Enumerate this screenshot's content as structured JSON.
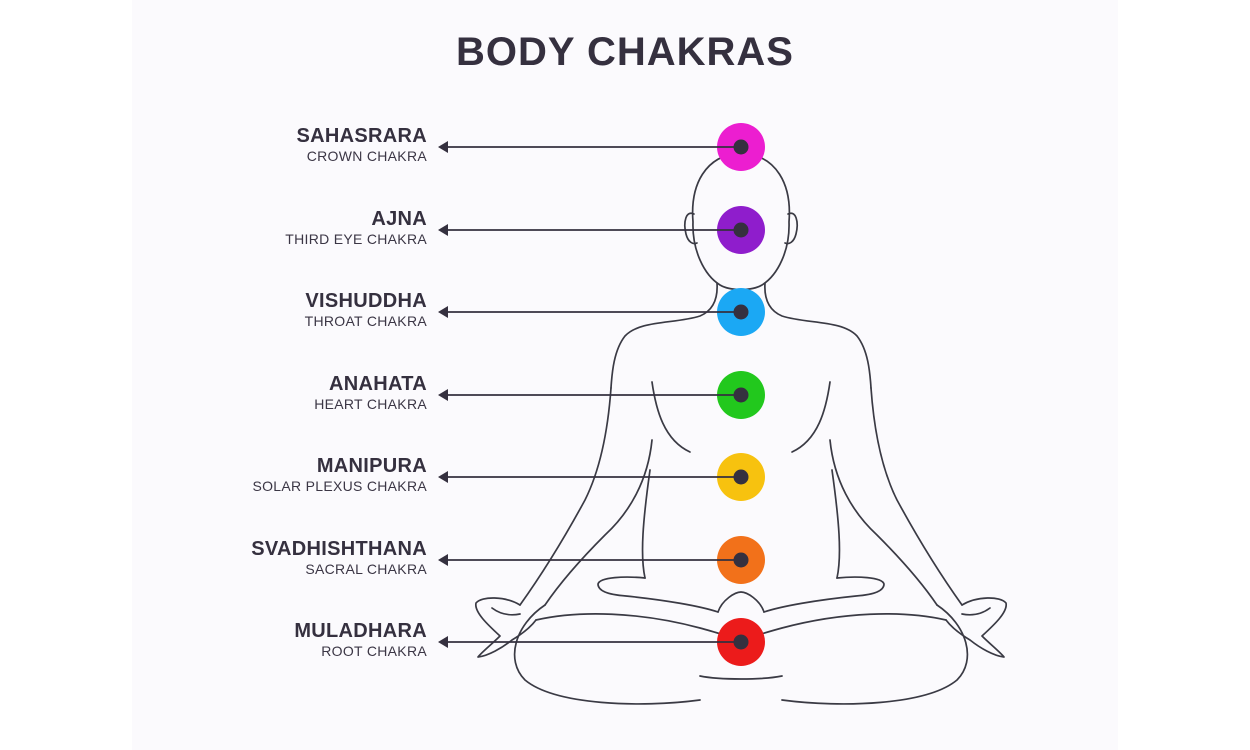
{
  "title": "BODY CHAKRAS",
  "colors": {
    "ink": "#35303f",
    "outline": "#3a3a44",
    "background": "#fbfafd"
  },
  "chakras": [
    {
      "name": "SAHASRARA",
      "subtitle": "CROWN CHAKRA",
      "color": "#ec1ed0"
    },
    {
      "name": "AJNA",
      "subtitle": "THIRD EYE CHAKRA",
      "color": "#8f1dcc"
    },
    {
      "name": "VISHUDDHA",
      "subtitle": "THROAT CHAKRA",
      "color": "#1ba8f4"
    },
    {
      "name": "ANAHATA",
      "subtitle": "HEART CHAKRA",
      "color": "#22c81d"
    },
    {
      "name": "MANIPURA",
      "subtitle": "SOLAR PLEXUS CHAKRA",
      "color": "#f7c20f"
    },
    {
      "name": "SVADHISHTHANA",
      "subtitle": "SACRAL CHAKRA",
      "color": "#f2711a"
    },
    {
      "name": "MULADHARA",
      "subtitle": "ROOT CHAKRA",
      "color": "#ec1b1b"
    }
  ]
}
